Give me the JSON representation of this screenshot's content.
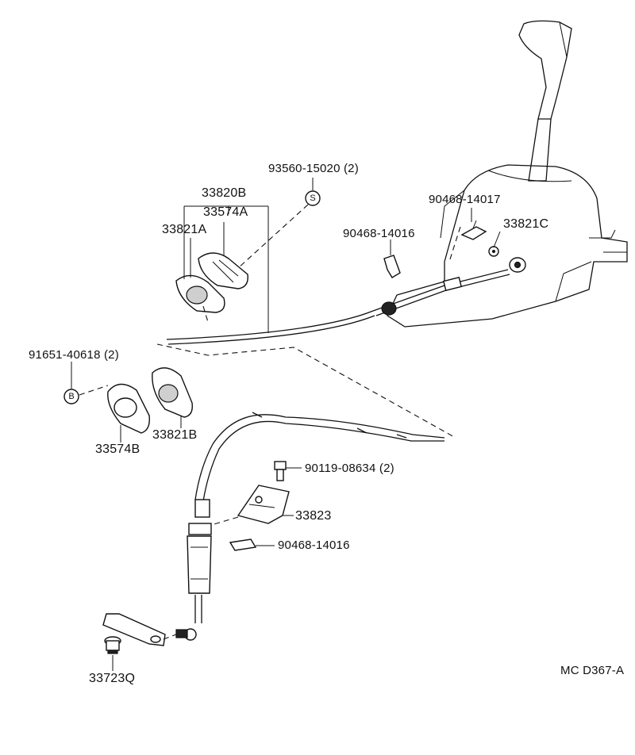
{
  "diagram": {
    "code": "MC D367-A",
    "symbols": {
      "s": "S",
      "b": "B"
    },
    "labels": {
      "p93560": "93560-15020 (2)",
      "p33820B": "33820B",
      "p33574A": "33574A",
      "p33821A": "33821A",
      "p90468_14017": "90468-14017",
      "p90468_14016_top": "90468-14016",
      "p33821C": "33821C",
      "p91651": "91651-40618 (2)",
      "p33574B": "33574B",
      "p33821B": "33821B",
      "p90119": "90119-08634 (2)",
      "p33823": "33823",
      "p90468_14016_bottom": "90468-14016",
      "p33723Q": "33723Q"
    }
  }
}
